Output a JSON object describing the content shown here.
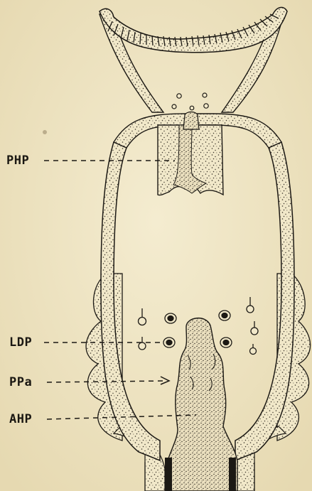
{
  "figure": {
    "colors": {
      "paper": "#f1e8c9",
      "ink": "#1c1914",
      "stipple": "#3a342a"
    }
  },
  "labels": [
    {
      "id": "php",
      "text": "PHP"
    },
    {
      "id": "ldp",
      "text": "LDP"
    },
    {
      "id": "ppa",
      "text": "PPa"
    },
    {
      "id": "ahp",
      "text": "AHP"
    }
  ]
}
